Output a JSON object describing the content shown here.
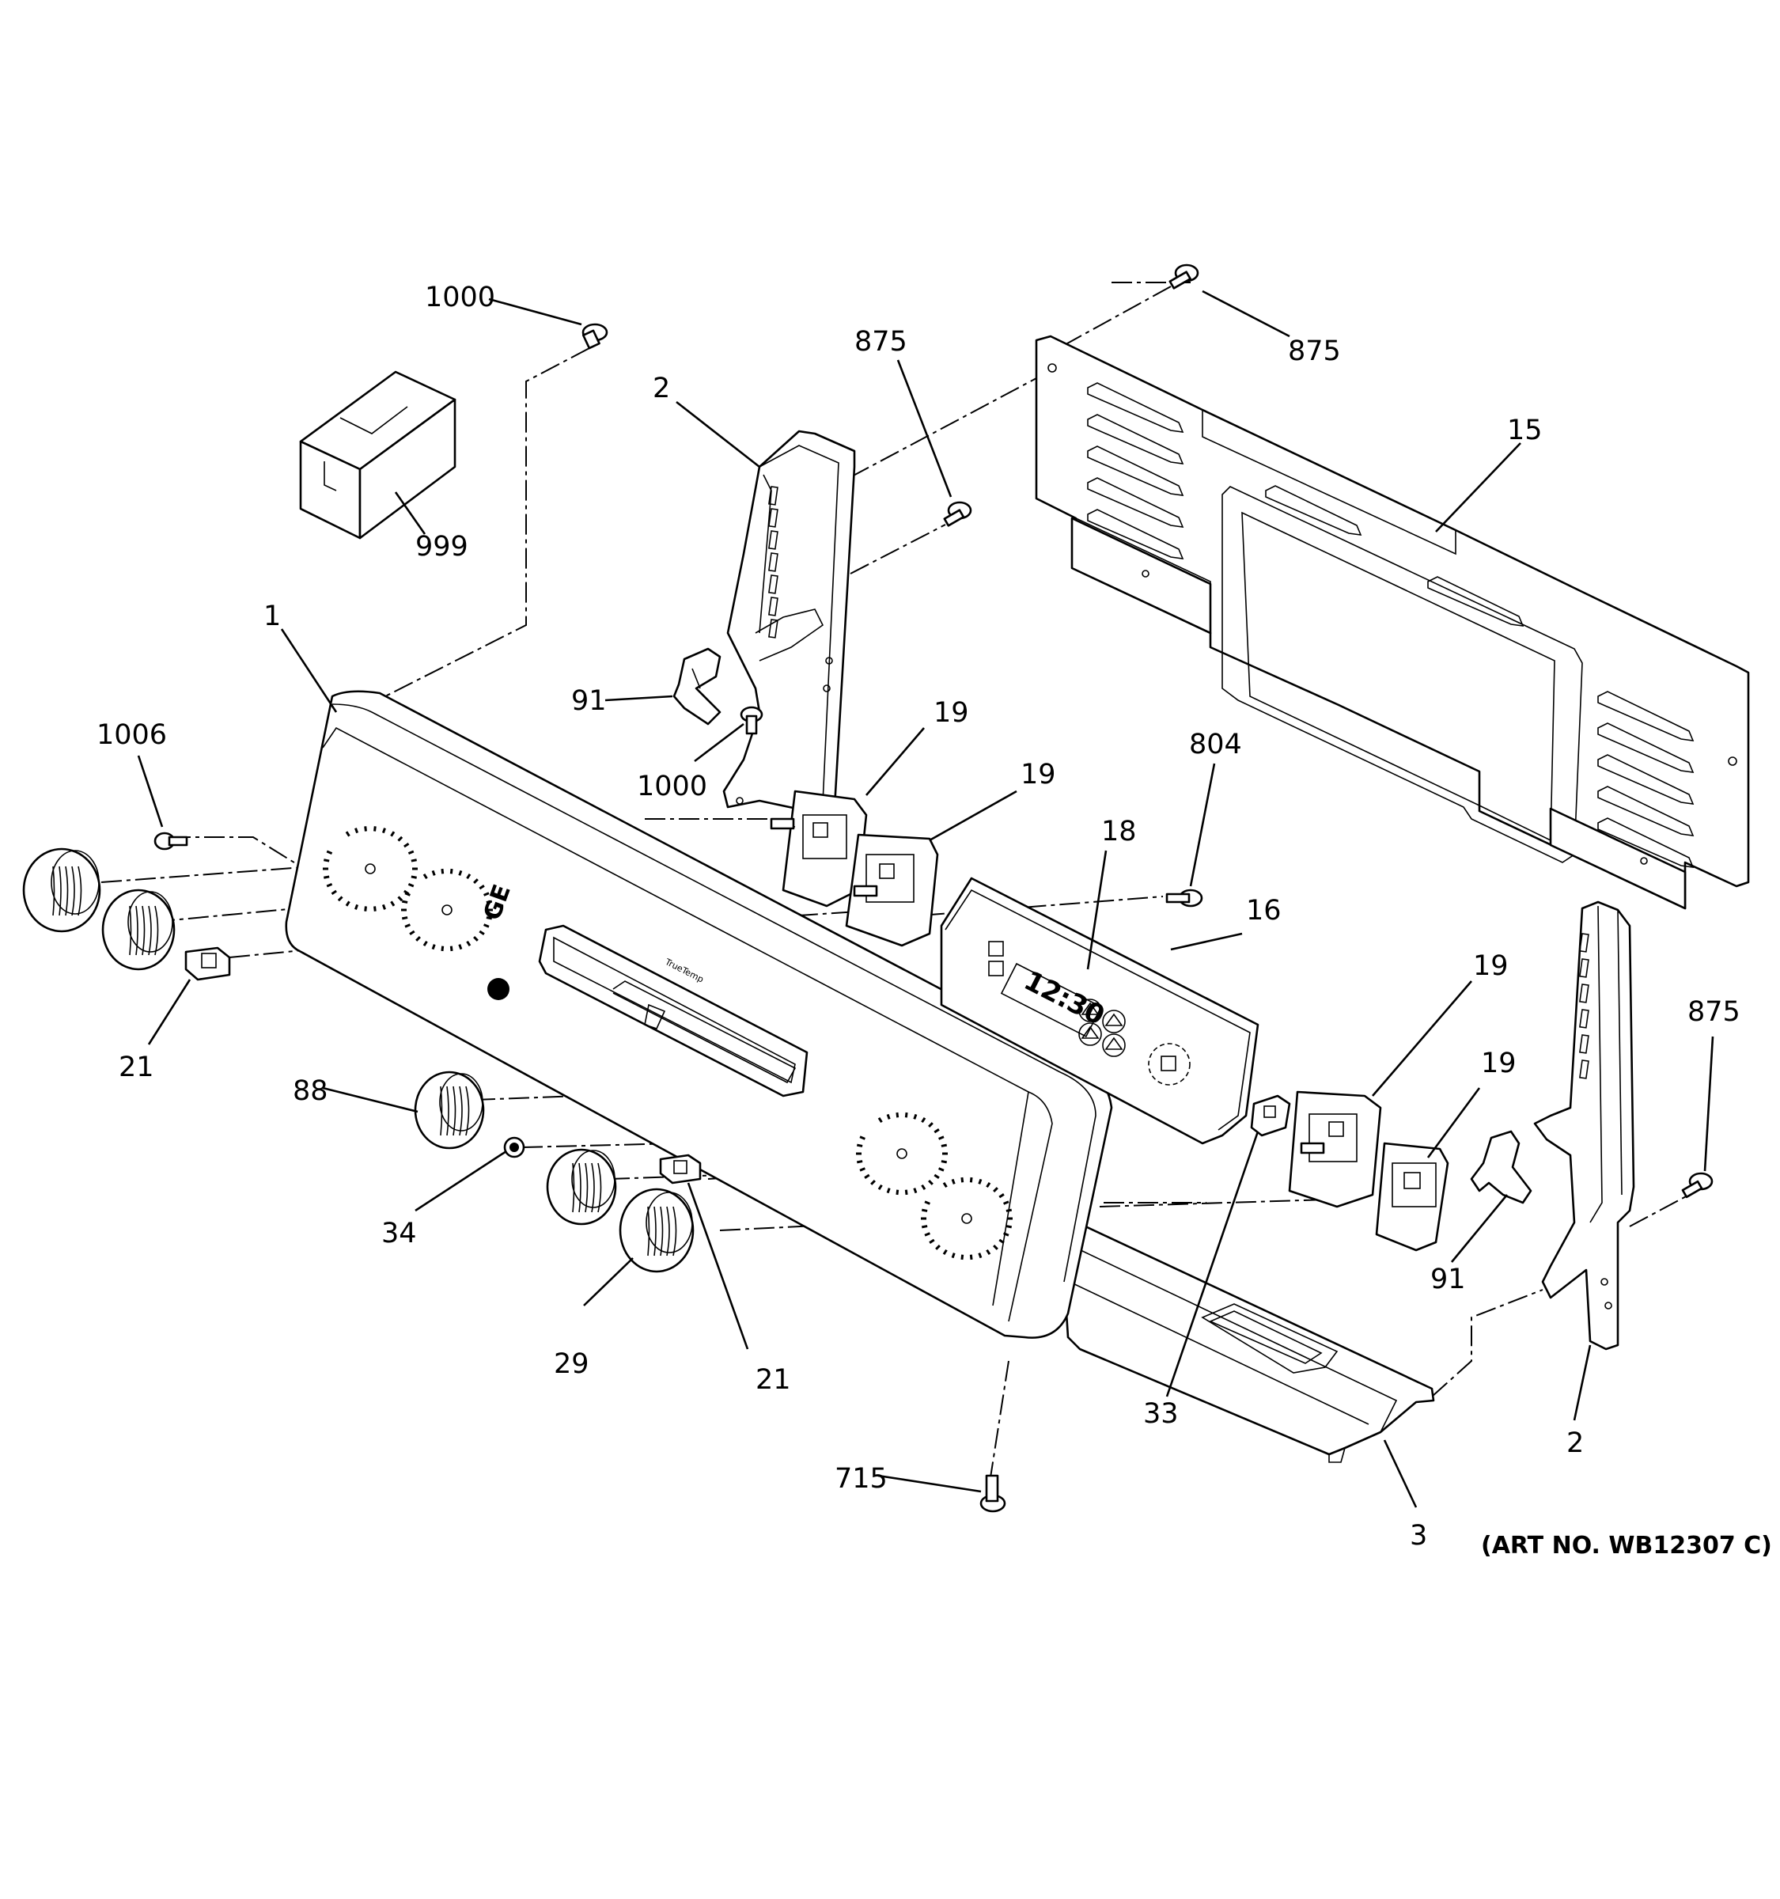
{
  "diagram": {
    "art_number": "(ART NO. WB12307 C)",
    "callouts": [
      {
        "id": "c1000a",
        "label": "1000"
      },
      {
        "id": "c999",
        "label": "999"
      },
      {
        "id": "c2a",
        "label": "2"
      },
      {
        "id": "c875a",
        "label": "875"
      },
      {
        "id": "c875b",
        "label": "875"
      },
      {
        "id": "c15",
        "label": "15"
      },
      {
        "id": "c1",
        "label": "1"
      },
      {
        "id": "c91a",
        "label": "91"
      },
      {
        "id": "c1006",
        "label": "1006"
      },
      {
        "id": "c1000b",
        "label": "1000"
      },
      {
        "id": "c19a",
        "label": "19"
      },
      {
        "id": "c19b",
        "label": "19"
      },
      {
        "id": "c804",
        "label": "804"
      },
      {
        "id": "c18",
        "label": "18"
      },
      {
        "id": "c16",
        "label": "16"
      },
      {
        "id": "c19c",
        "label": "19"
      },
      {
        "id": "c875c",
        "label": "875"
      },
      {
        "id": "c19d",
        "label": "19"
      },
      {
        "id": "c21a",
        "label": "21"
      },
      {
        "id": "c88",
        "label": "88"
      },
      {
        "id": "c91b",
        "label": "91"
      },
      {
        "id": "c34",
        "label": "34"
      },
      {
        "id": "c29",
        "label": "29"
      },
      {
        "id": "c21b",
        "label": "21"
      },
      {
        "id": "c33",
        "label": "33"
      },
      {
        "id": "c2b",
        "label": "2"
      },
      {
        "id": "c715",
        "label": "715"
      },
      {
        "id": "c3",
        "label": "3"
      }
    ],
    "display_clock": "12:30"
  }
}
